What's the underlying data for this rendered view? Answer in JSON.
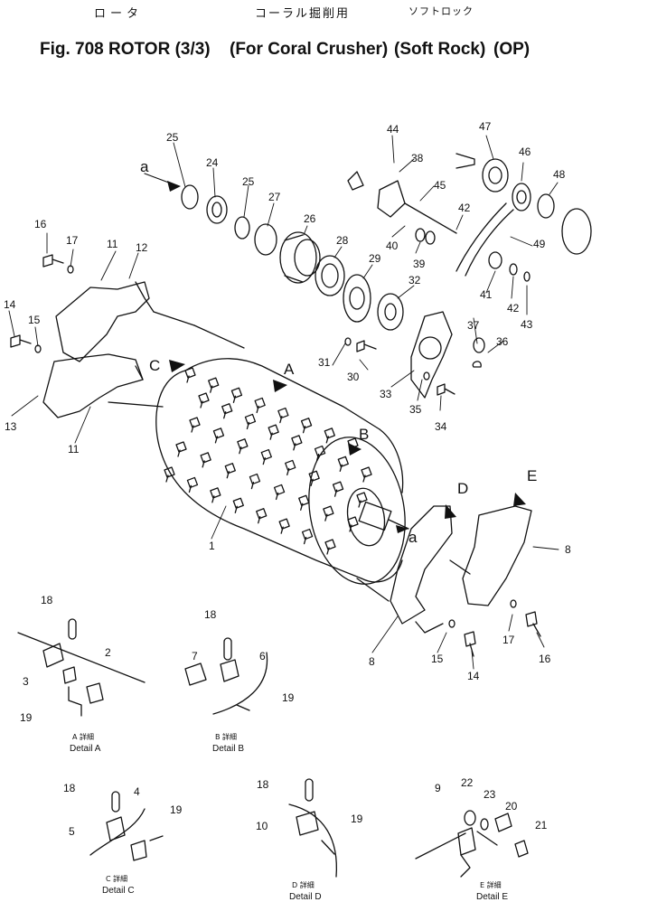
{
  "title": {
    "jp_rotor": "ロータ",
    "jp_coral": "コーラル掘削用",
    "jp_soft": "ソフトロック",
    "fig": "Fig. 708 ROTOR (3/3)",
    "for_coral": "(For Coral Crusher)",
    "soft_rock": "(Soft Rock)",
    "op": "(OP)"
  },
  "callouts": [
    "1",
    "2",
    "3",
    "4",
    "5",
    "6",
    "7",
    "8",
    "9",
    "10",
    "11",
    "12",
    "13",
    "14",
    "15",
    "16",
    "17",
    "18",
    "19",
    "20",
    "21",
    "22",
    "23",
    "24",
    "25",
    "26",
    "27",
    "28",
    "29",
    "30",
    "31",
    "32",
    "33",
    "34",
    "35",
    "36",
    "37",
    "38",
    "39",
    "40",
    "41",
    "42",
    "43",
    "44",
    "45",
    "46",
    "47",
    "48",
    "49"
  ],
  "view_letters": {
    "a": "a",
    "A": "A",
    "B": "B",
    "C": "C",
    "D": "D",
    "E": "E"
  },
  "details": {
    "A": {
      "jp": "A 詳細",
      "en": "Detail A"
    },
    "B": {
      "jp": "B 詳細",
      "en": "Detail B"
    },
    "C": {
      "jp": "C 詳細",
      "en": "Detail C"
    },
    "D": {
      "jp": "D 詳細",
      "en": "Detail D"
    },
    "E": {
      "jp": "E 詳細",
      "en": "Detail E"
    }
  }
}
